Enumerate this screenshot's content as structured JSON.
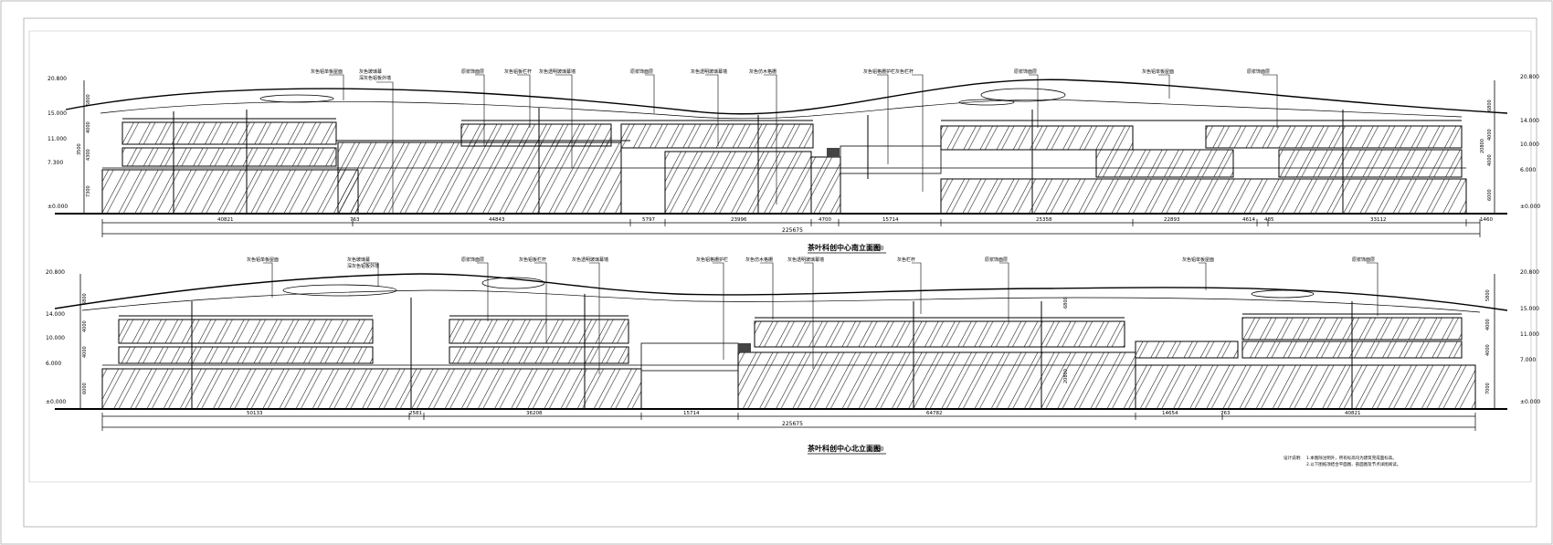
{
  "drawing": {
    "south": {
      "title": "茶叶科创中心南立面图",
      "scale": "1:200",
      "levels_left": [
        "20.800",
        "15.000",
        "11.000",
        "7.300",
        "±0.000"
      ],
      "spans_left": [
        "5800",
        "4000",
        "3500",
        "4300",
        "7300"
      ],
      "levels_right": [
        "20.800",
        "14.000",
        "10.000",
        "6.000",
        "±0.000"
      ],
      "spans_right": [
        "6800",
        "4000",
        "4000",
        "6000",
        "20800"
      ],
      "dims": [
        "40821",
        "763",
        "44843",
        "5797",
        "23996",
        "4700",
        "15714",
        "25358",
        "22893",
        "4614",
        "485",
        "33112",
        "1460"
      ],
      "total": "225675",
      "notes": [
        "灰色铝单板屋面",
        "灰色玻璃幕",
        "深灰色铝板外墙",
        "原浆饰面层",
        "灰色铝板栏杆",
        "灰色透明玻璃幕墙",
        "原浆饰面层",
        "灰色透明玻璃幕墙",
        "灰色仿木格栅",
        "灰色铝格栅护栏",
        "灰色栏杆",
        "原浆饰面层",
        "灰色铝单板屋面",
        "原浆饰面层"
      ]
    },
    "north": {
      "title": "茶叶科创中心北立面图",
      "scale": "1:200",
      "levels_left": [
        "20.800",
        "14.000",
        "10.000",
        "6.000",
        "±0.000"
      ],
      "spans_left": [
        "6800",
        "4000",
        "4000",
        "6000"
      ],
      "levels_right": [
        "20.800",
        "15.000",
        "11.000",
        "7.000",
        "±0.000"
      ],
      "spans_right": [
        "5800",
        "4000",
        "4000",
        "7000"
      ],
      "dims": [
        "50133",
        "2581",
        "36208",
        "15714",
        "64782",
        "14654",
        "763",
        "40821"
      ],
      "total": "225675",
      "notes": [
        "灰色铝单板屋面",
        "灰色玻璃幕",
        "深灰色铝板外墙",
        "原浆饰面层",
        "灰色铝板栏杆",
        "灰色透明玻璃幕墙",
        "灰色铝格栅护栏",
        "灰色仿木格栅",
        "灰色透明玻璃幕墙",
        "灰色栏杆",
        "原浆饰面层",
        "灰色铝单板屋面",
        "原浆饰面层"
      ],
      "vertical_dims": [
        "20800",
        "6800"
      ]
    },
    "general_notes": {
      "heading": "设计说明:",
      "lines": [
        "1.本图除注明外，所有标高均为建筑完成面标高。",
        "2.以下图纸须结合平面图、剖面图及节点详图阅读。"
      ]
    }
  }
}
